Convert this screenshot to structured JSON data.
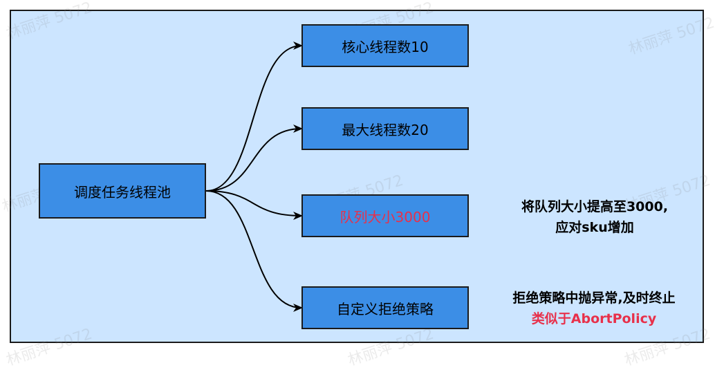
{
  "root": {
    "label": "调度任务线程池"
  },
  "branches": [
    {
      "label": "核心线程数10"
    },
    {
      "label": "最大线程数20"
    },
    {
      "label": "队列大小3000"
    },
    {
      "label": "自定义拒绝策略"
    }
  ],
  "notes": {
    "queue": {
      "line1": "将队列大小提高至3000,",
      "line2": "应对sku增加"
    },
    "reject": {
      "line1": "拒绝策略中抛异常,及时终止",
      "line2": "类似于AbortPolicy"
    }
  },
  "watermark": "林丽萍 5072",
  "colors": {
    "canvas": "#cce5ff",
    "node": "#3c8ee6",
    "highlight": "#e8304a",
    "stroke": "#1a1a1a"
  }
}
